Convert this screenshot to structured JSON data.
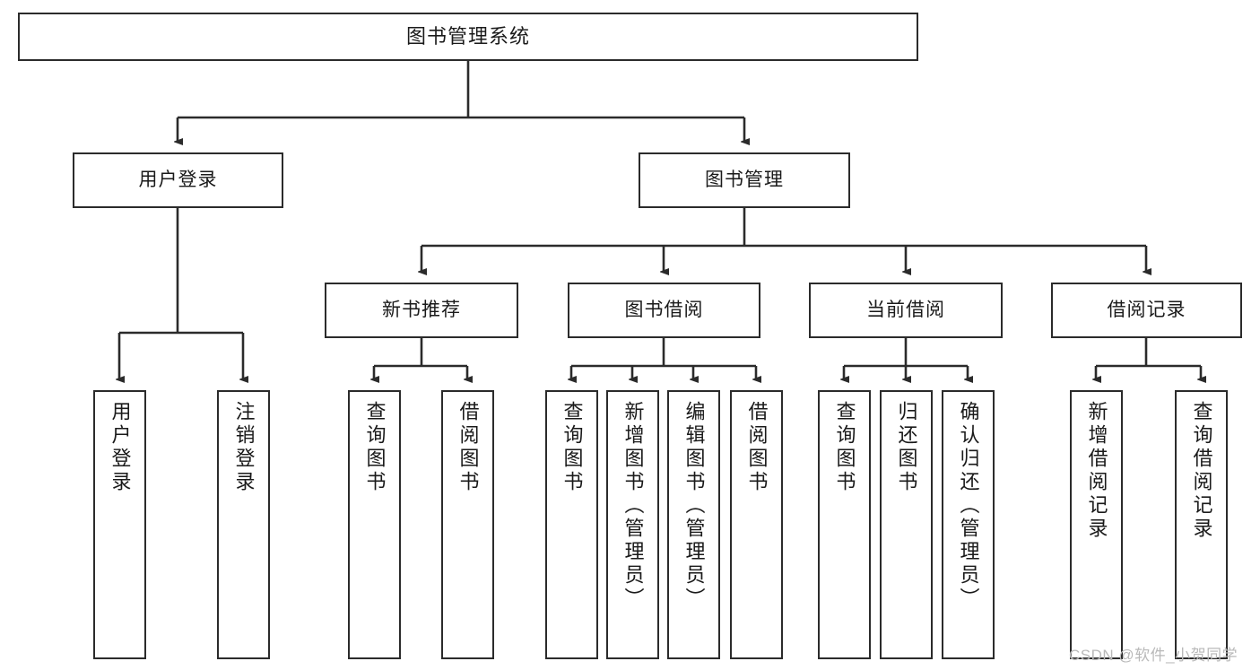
{
  "diagram": {
    "title": "图书管理系统",
    "type": "tree-hierarchy",
    "root": {
      "id": "root",
      "label": "图书管理系统"
    },
    "level2": [
      {
        "id": "user-login",
        "label": "用户登录"
      },
      {
        "id": "book-manage",
        "label": "图书管理"
      }
    ],
    "level3": [
      {
        "id": "new-book-recommend",
        "label": "新书推荐",
        "parent": "book-manage"
      },
      {
        "id": "book-borrow",
        "label": "图书借阅",
        "parent": "book-manage"
      },
      {
        "id": "current-borrow",
        "label": "当前借阅",
        "parent": "book-manage"
      },
      {
        "id": "borrow-record",
        "label": "借阅记录",
        "parent": "book-manage"
      }
    ],
    "leaves": [
      {
        "id": "leaf-user-login",
        "label": "用户登录",
        "parent": "user-login"
      },
      {
        "id": "leaf-user-logout",
        "label": "注销登录",
        "parent": "user-login"
      },
      {
        "id": "leaf-query-book-1",
        "label": "查询图书",
        "parent": "new-book-recommend"
      },
      {
        "id": "leaf-borrow-book-1",
        "label": "借阅图书",
        "parent": "new-book-recommend"
      },
      {
        "id": "leaf-query-book-2",
        "label": "查询图书",
        "parent": "book-borrow"
      },
      {
        "id": "leaf-add-book",
        "label": "新增图书（管理员）",
        "parent": "book-borrow"
      },
      {
        "id": "leaf-edit-book",
        "label": "编辑图书（管理员）",
        "parent": "book-borrow"
      },
      {
        "id": "leaf-borrow-book-2",
        "label": "借阅图书",
        "parent": "book-borrow"
      },
      {
        "id": "leaf-query-book-3",
        "label": "查询图书",
        "parent": "current-borrow"
      },
      {
        "id": "leaf-return-book",
        "label": "归还图书",
        "parent": "current-borrow"
      },
      {
        "id": "leaf-confirm-return",
        "label": "确认归还（管理员）",
        "parent": "current-borrow"
      },
      {
        "id": "leaf-add-record",
        "label": "新增借阅记录",
        "parent": "borrow-record"
      },
      {
        "id": "leaf-query-record",
        "label": "查询借阅记录",
        "parent": "borrow-record"
      }
    ]
  },
  "watermark": {
    "text": "CSDN @软件_小贺同学"
  },
  "colors": {
    "stroke": "#2b2b2b",
    "fill": "#ffffff",
    "text": "#1a1a1a",
    "watermark": "#b9b9b9"
  }
}
